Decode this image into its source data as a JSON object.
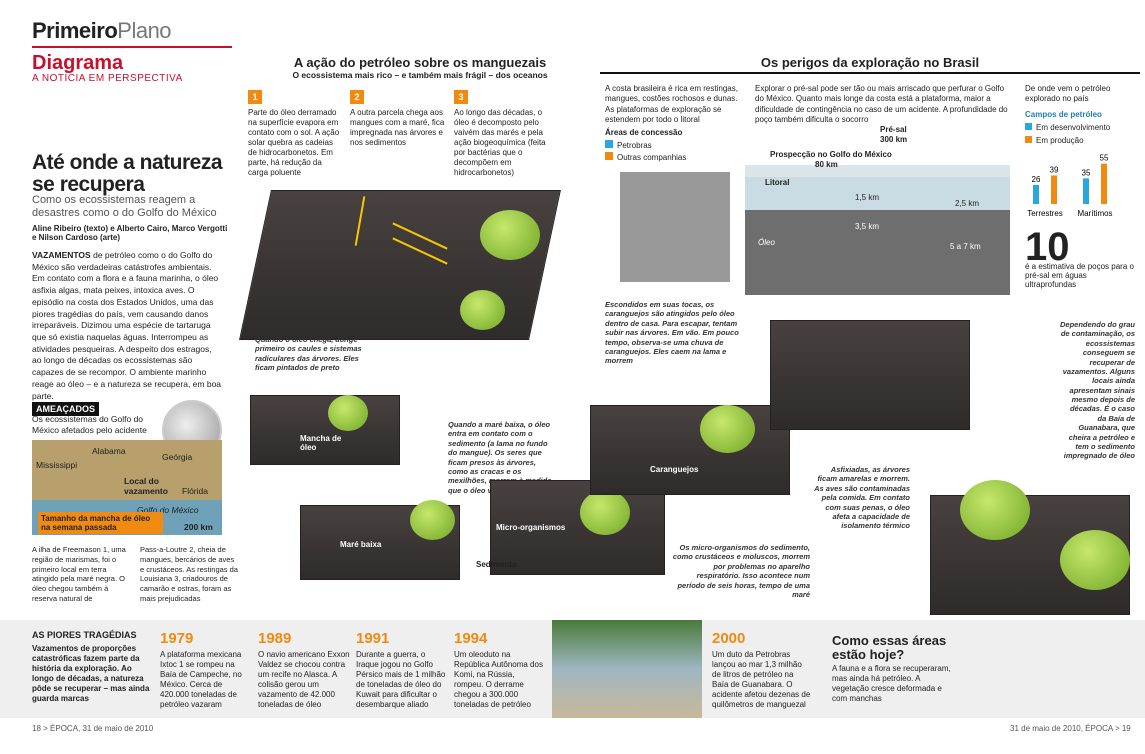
{
  "header": {
    "brand_bold": "Primeiro",
    "brand_light": "Plano",
    "section": "Diagrama",
    "section_sub": "A NOTÍCIA EM PERSPECTIVA"
  },
  "article": {
    "title": "Até onde a natureza se recupera",
    "subtitle": "Como os ecossistemas reagem a desastres como o do Golfo do México",
    "authors": "Aline Ribeiro (texto) e Alberto Cairo, Marco Vergotti e Nilson Cardoso (arte)",
    "lead_bold": "VAZAMENTOS",
    "lead": "de petróleo como o do Golfo do México são verdadeiras catástrofes ambientais. Em contato com a flora e a fauna marinha, o óleo asfixia algas, mata peixes, intoxica aves. O episódio na costa dos Estados Unidos, uma das piores tragédias do país, vem causando danos irreparáveis. Dizimou uma espécie de tartaruga que só existia naquelas águas. Interrompeu as atividades pesqueiras. A despeito dos estragos, ao longo de décadas os ecossistemas são capazes de se recompor. O ambiente marinho reage ao óleo – e a natureza se recupera, em boa parte."
  },
  "ameacados": {
    "tag": "AMEAÇADOS",
    "text": "Os ecossistemas do Golfo do México afetados pelo acidente",
    "map_labels": [
      "Alabama",
      "Mississippi",
      "Geórgia",
      "Local do vazamento",
      "Flórida",
      "Golfo do México"
    ],
    "map_note": "Tamanho da mancha de óleo na semana passada",
    "scale": "200 km",
    "col1": "A ilha de Freemason 1, uma região de marismas, foi o primeiro local em terra atingido pela maré negra. O óleo chegou também à reserva natural de",
    "col2": "Pass-a-Loutre 2, cheia de mangues, bercários de aves e crustáceos. As restingas da Louisiana 3, criadouros de camarão e ostras, foram as mais prejudicadas"
  },
  "mangue": {
    "title": "A ação do petróleo sobre os manguezais",
    "subtitle": "O ecossistema mais rico – e também mais frágil – dos oceanos",
    "steps": [
      {
        "num": "1",
        "text": "Parte do óleo derramado na superfície evapora em contato com o sol. A ação solar quebra as cadeias de hidrocarbonetos. Em parte, há redução da carga poluente"
      },
      {
        "num": "2",
        "text": "A outra parcela chega aos mangues com a maré, fica impregnada nas árvores e nos sedimentos"
      },
      {
        "num": "3",
        "text": "Ao longo das décadas, o óleo é decomposto pelo vaivém das marés e pela ação biogeoquímica (feita por bactérias que o decompõem em hidrocarbonetos)"
      }
    ],
    "captions": {
      "c1": "Quando o óleo chega, atinge primeiro os caules e sistemas radiculares das árvores. Eles ficam pintados de preto",
      "c2": "Quando a maré baixa, o óleo entra em contato com o sedimento (a lama no fundo do mangue). Os seres que ficam presos às árvores, como as cracas e os mexilhões, morrem à medida que o óleo vai descendo",
      "c3": "Escondidos em suas tocas, os caranguejos são atingidos pelo óleo dentro de casa. Para escapar, tentam subir nas árvores. Em vão. Em pouco tempo, observa-se uma chuva de caranguejos. Eles caem na lama e morrem",
      "c4": "Os micro-organismos do sedimento, como crustáceos e moluscos, morrem por problemas no aparelho respiratório. Isso acontece num período de seis horas, tempo de uma maré",
      "c5": "Asfixiadas, as árvores ficam amarelas e morrem. As aves são contaminadas pela comida. Em contato com suas penas, o óleo afeta a capacidade de isolamento térmico",
      "c6": "Dependendo do grau de contaminação, os ecossistemas conseguem se recuperar de vazamentos. Alguns locais ainda apresentam sinais mesmo depois de décadas. É o caso da Baía de Guanabara, que cheira a petróleo e tem o sedimento impregnado de óleo"
    },
    "labels": {
      "mancha": "Mancha de óleo",
      "mare": "Maré baixa",
      "micro": "Micro-organismos",
      "sedimento": "Sedimento",
      "caranguejos": "Caranguejos"
    }
  },
  "brasil": {
    "title": "Os perigos da exploração no Brasil",
    "intro": "A costa brasileira é rica em restingas, mangues, costões rochosos e dunas. As plataformas de exploração se estendem por todo o litoral",
    "areas_title": "Áreas de concessão",
    "legend": [
      "Petrobras",
      "Outras companhias"
    ],
    "presal_text": "Explorar o pré-sal pode ser tão ou mais arriscado que perfurar o Golfo do México. Quanto mais longe da costa está a plataforma, maior a dificuldade de contingência no caso de um acidente. A profundidade do poço também dificulta o socorro",
    "diagram": {
      "presal": "Pré-sal",
      "presal_km": "300 km",
      "golfo": "Prospecção no Golfo do México",
      "golfo_km": "80 km",
      "litoral": "Litoral",
      "d1": "1,5 km",
      "d2": "2,5 km",
      "d3": "3,5 km",
      "d4": "5 a 7 km",
      "oleo": "Óleo"
    },
    "chart_intro": "De onde vem o petróleo explorado no país",
    "chart_title": "Campos de petróleo",
    "big_number": "10",
    "big_caption": "é a estimativa de poços para o pré-sal em águas ultraprofundas"
  },
  "chart_data": {
    "type": "bar",
    "categories": [
      "Terrestres",
      "Marítimos"
    ],
    "series": [
      {
        "name": "Em desenvolvimento",
        "values": [
          26,
          35
        ]
      },
      {
        "name": "Em produção",
        "values": [
          39,
          55
        ]
      }
    ],
    "colors": [
      "#29a8e0",
      "#f08a10"
    ],
    "ylim": [
      0,
      60
    ]
  },
  "tragedias": {
    "title": "AS PIORES TRAGÉDIAS",
    "text": "Vazamentos de proporções catastróficas fazem parte da história da exploração. Ao longo de décadas, a natureza pôde se recuperar – mas ainda guarda marcas",
    "items": [
      {
        "year": "1979",
        "text": "A plataforma mexicana Ixtoc 1 se rompeu na Baía de Campeche, no México. Cerca de 420.000 toneladas de petróleo vazaram"
      },
      {
        "year": "1989",
        "text": "O navio americano Exxon Valdez se chocou contra um recife no Alasca. A colisão gerou um vazamento de 42.000 toneladas de óleo"
      },
      {
        "year": "1991",
        "text": "Durante a guerra, o Iraque jogou no Golfo Pérsico mais de 1 milhão de toneladas de óleo do Kuwait para dificultar o desembarque aliado"
      },
      {
        "year": "1994",
        "text": "Um oleoduto na República Autônoma dos Komi, na Rússia, rompeu. O derrame chegou a 300.000 toneladas de petróleo"
      },
      {
        "year": "2000",
        "text": "Um duto da Petrobras lançou ao mar 1,3 milhão de litros de petróleo na Baía de Guanabara. O acidente afetou dezenas de quilômetros de manguezal"
      }
    ],
    "hoje_title": "Como essas áreas estão hoje?",
    "hoje_text": "A fauna e a flora se recuperaram, mas ainda há petróleo. A vegetação cresce deformada e com manchas"
  },
  "footer": {
    "left": "18 > ÉPOCA, 31 de maio de 2010",
    "right": "31 de maio de 2010, ÉPOCA > 19"
  }
}
